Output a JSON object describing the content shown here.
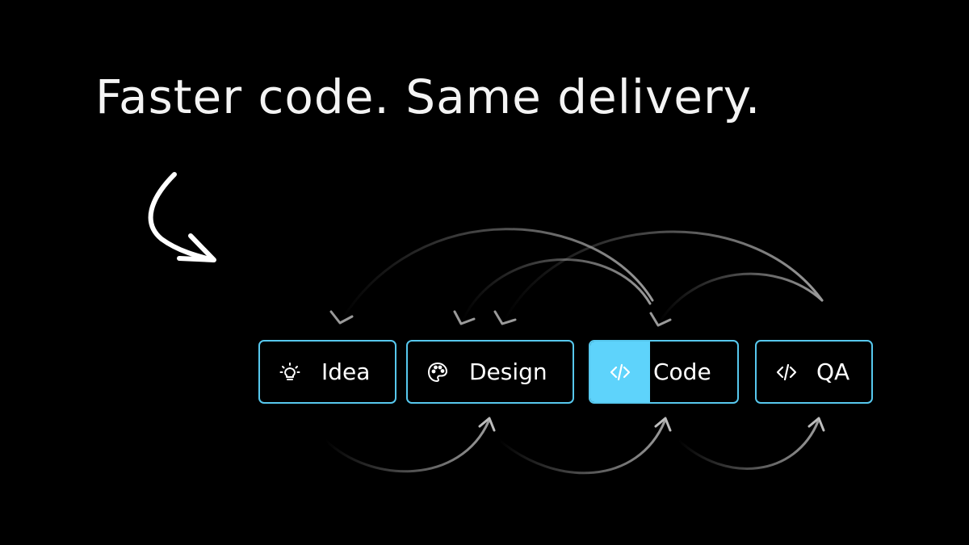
{
  "headline": "Faster code. Same delivery.",
  "colors": {
    "background": "#000000",
    "node_border": "#57c8ee",
    "active_fill": "#5ed3fb",
    "arrow": "#9a9a9a",
    "text": "#ffffff"
  },
  "nodes": [
    {
      "id": "idea",
      "label": "Idea",
      "icon": "lightbulb-icon",
      "active": false
    },
    {
      "id": "design",
      "label": "Design",
      "icon": "palette-icon",
      "active": false
    },
    {
      "id": "code",
      "label": "Code",
      "icon": "code-icon",
      "active": true
    },
    {
      "id": "qa",
      "label": "QA",
      "icon": "code-icon",
      "active": false
    }
  ],
  "edges": [
    {
      "from": "idea",
      "to": "design",
      "direction": "forward"
    },
    {
      "from": "design",
      "to": "code",
      "direction": "forward"
    },
    {
      "from": "code",
      "to": "qa",
      "direction": "forward"
    },
    {
      "from": "code",
      "to": "idea",
      "direction": "back"
    },
    {
      "from": "code",
      "to": "design",
      "direction": "back"
    },
    {
      "from": "qa",
      "to": "design",
      "direction": "back"
    },
    {
      "from": "qa",
      "to": "code",
      "direction": "back"
    }
  ]
}
